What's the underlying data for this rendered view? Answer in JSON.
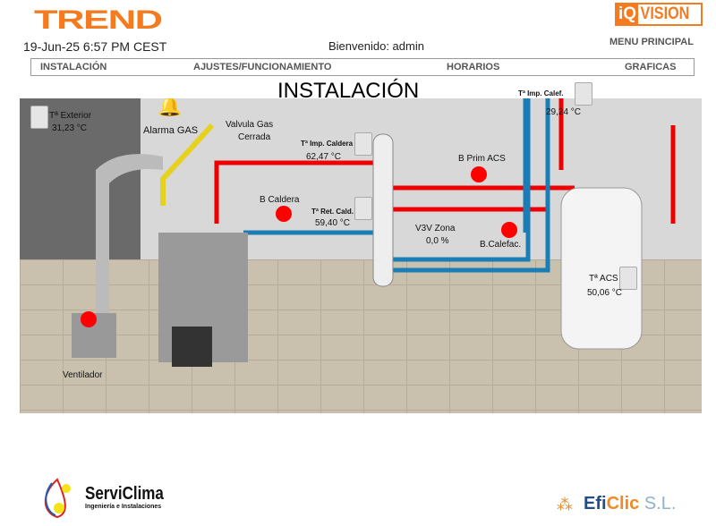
{
  "header": {
    "brand_logo": "TREND",
    "product_logo_iq": "iQ",
    "product_logo_vision": "VISION",
    "datetime": "19-Jun-25 6:57 PM CEST",
    "welcome": "Bienvenido: admin",
    "menu_principal": "MENU PRINCIPAL"
  },
  "nav": [
    "INSTALACIÓN",
    "AJUSTES/FUNCIONAMIENTO",
    "HORARIOS",
    "GRAFICAS"
  ],
  "page_title": "INSTALACIÓN",
  "scene": {
    "t_exterior": {
      "label": "Tª Exterior",
      "value": "31,23 °C"
    },
    "alarma_gas": {
      "label": "Alarma GAS"
    },
    "valvula_gas": {
      "label": "Valvula Gas",
      "state": "Cerrada"
    },
    "t_imp_caldera": {
      "label": "Tª Imp. Caldera",
      "value": "62,47 °C"
    },
    "t_ret_cald": {
      "label": "Tª Ret. Cald.",
      "value": "59,40 °C"
    },
    "b_caldera": {
      "label": "B Caldera",
      "color": "#ff0000"
    },
    "b_prim_acs": {
      "label": "B Prim ACS",
      "color": "#ff0000"
    },
    "v3v_zona": {
      "label": "V3V Zona",
      "value": "0,0 %"
    },
    "b_calefac": {
      "label": "B.Calefac.",
      "color": "#ff0000"
    },
    "t_imp_calef": {
      "label": "Tª Imp. Calef.",
      "value": "29,24 °C"
    },
    "t_acs": {
      "label": "Tª ACS",
      "value": "50,06 °C"
    },
    "ventilador": {
      "label": "Ventilador",
      "color": "#ff0000"
    }
  },
  "footer": {
    "serviclima_name": "ServiClima",
    "serviclima_tagline": "Ingeniería e Instalaciones",
    "eficlic_efi": "Efi",
    "eficlic_clic": "Clic",
    "eficlic_sl": "S.L."
  }
}
